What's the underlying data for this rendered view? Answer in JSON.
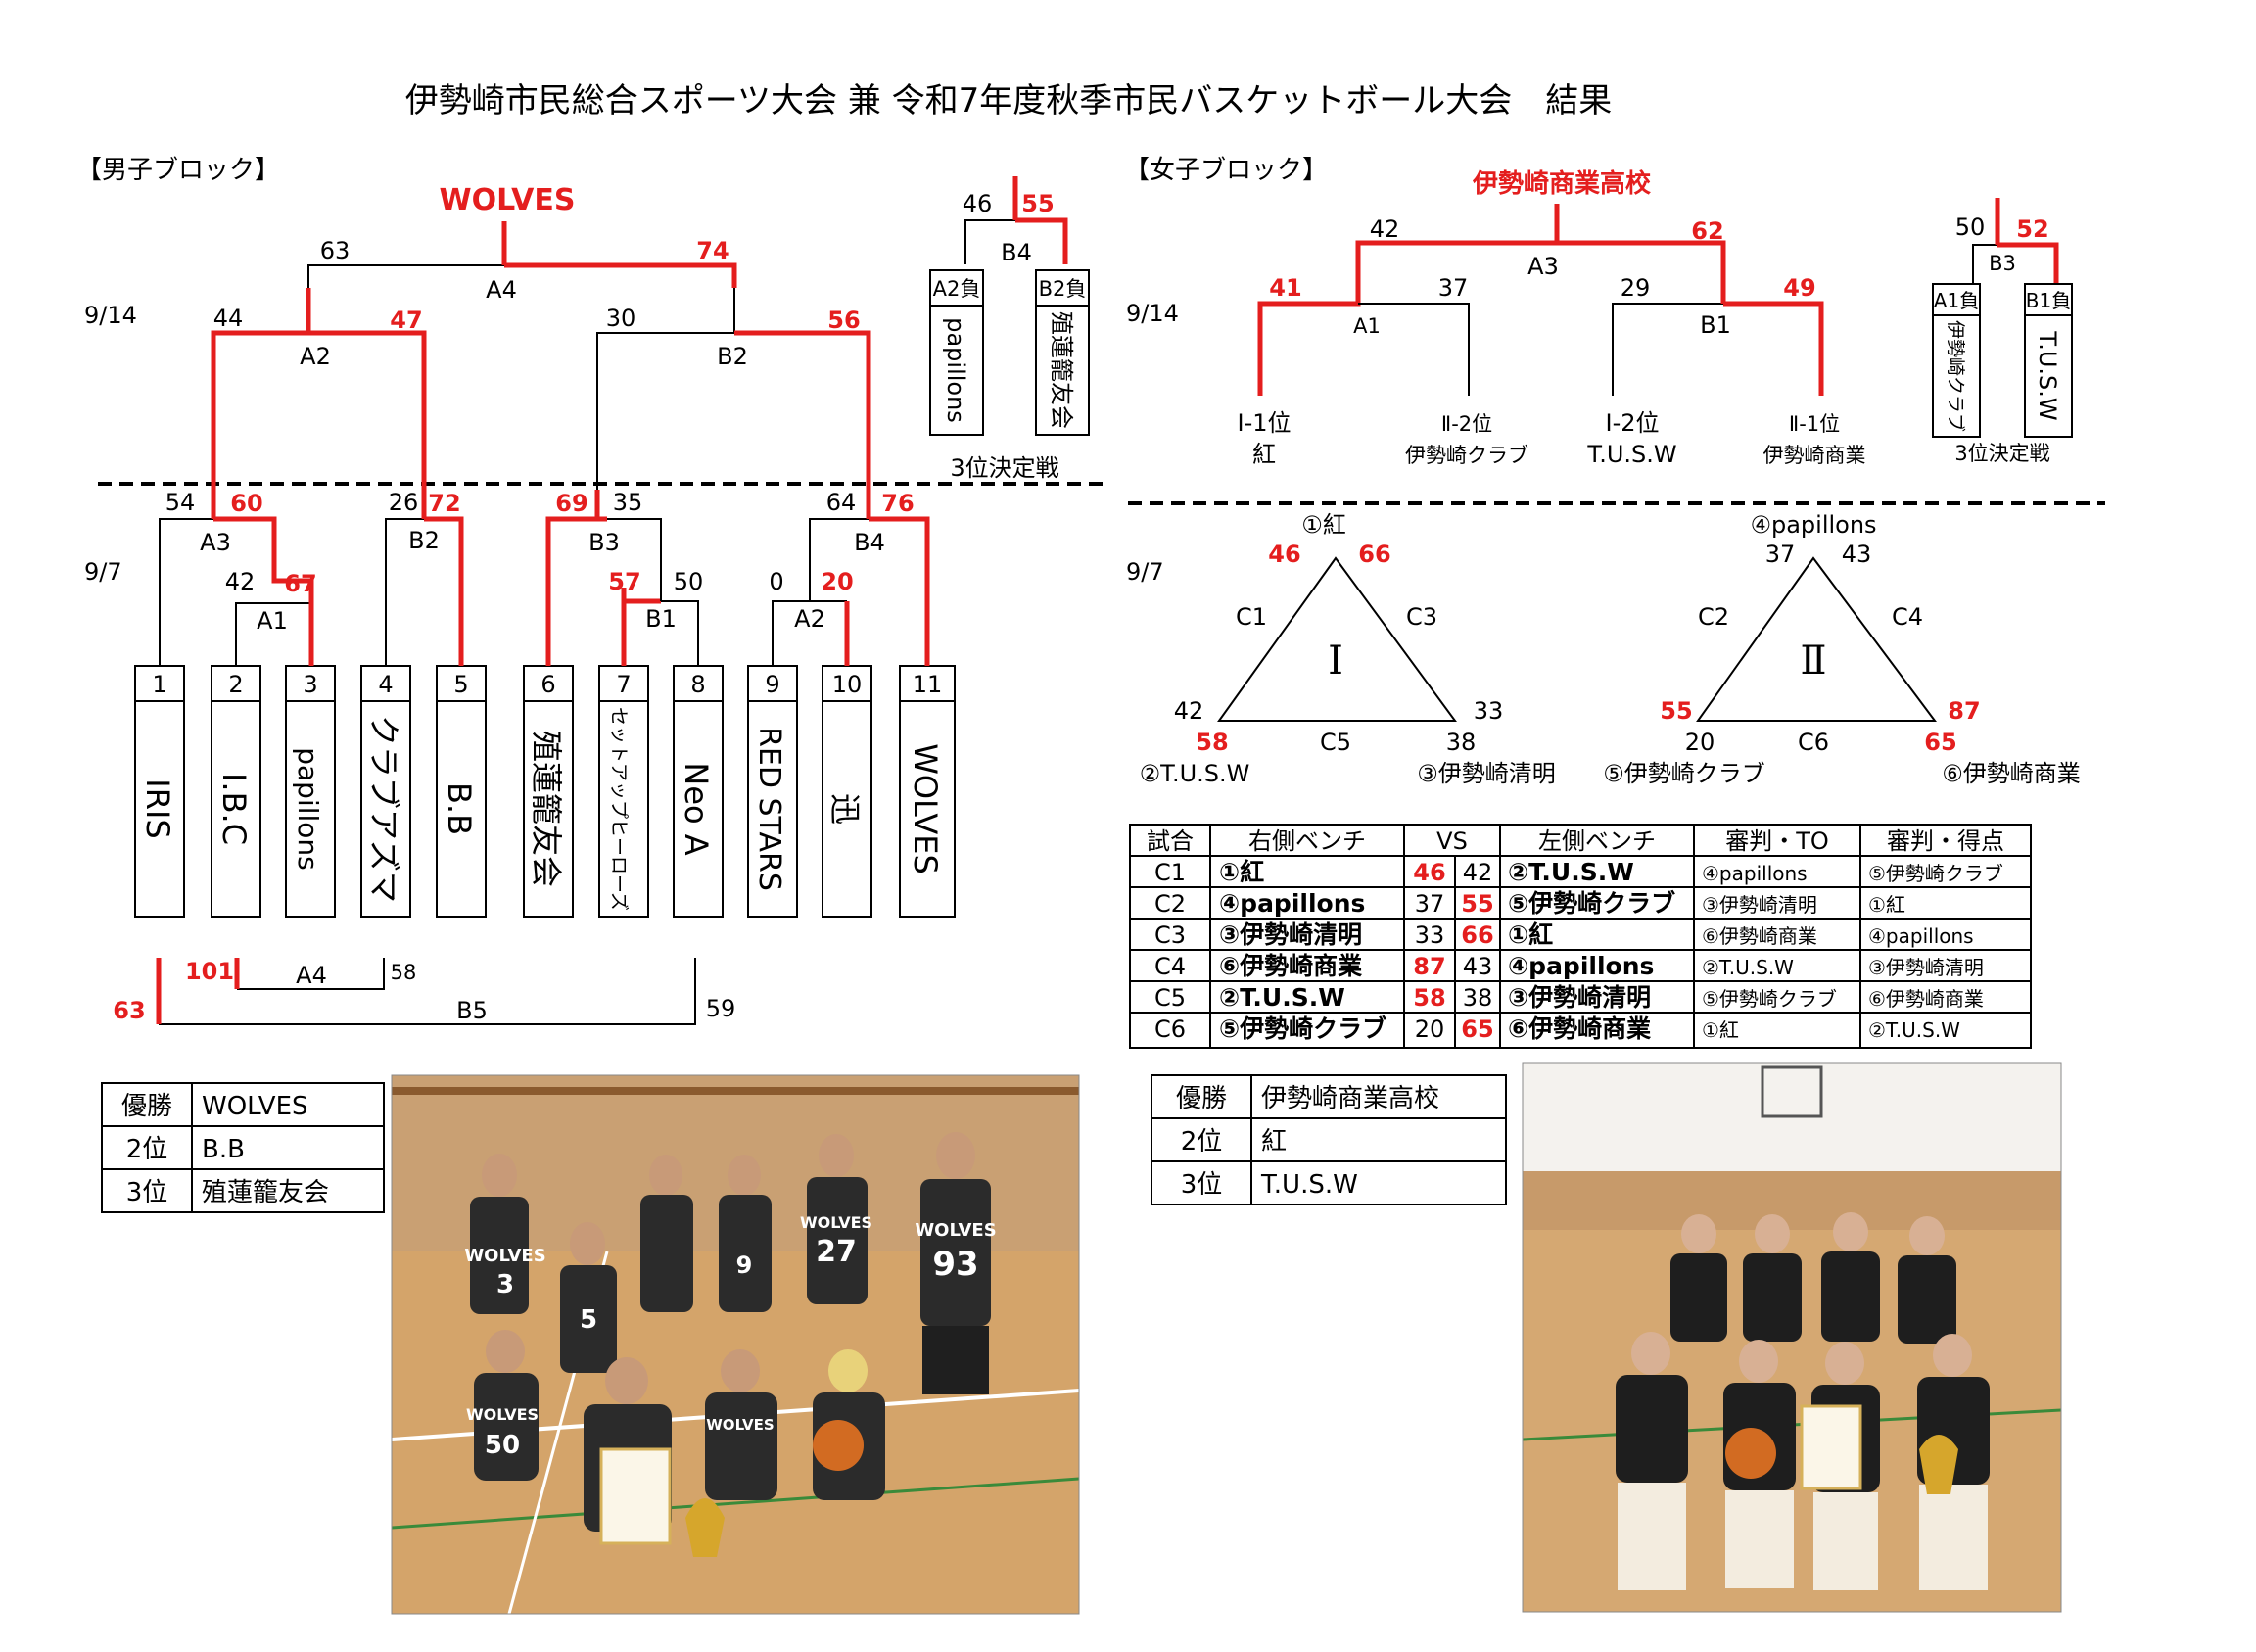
{
  "title": "伊勢崎市民総合スポーツ大会 兼 令和7年度秋季市民バスケットボール大会　結果",
  "colors": {
    "winner": "#e41e1e",
    "line": "#000000",
    "court": "#c8935a"
  },
  "men": {
    "heading": "【男子ブロック】",
    "champion_label": "WOLVES",
    "date_top": "9/14",
    "date_bottom": "9/7",
    "teams": [
      {
        "num": "1",
        "name": "IRIS"
      },
      {
        "num": "2",
        "name": "I.B.C"
      },
      {
        "num": "3",
        "name": "papillons"
      },
      {
        "num": "4",
        "name": "クラブアズマ"
      },
      {
        "num": "5",
        "name": "B.B"
      },
      {
        "num": "6",
        "name": "殖蓮籠友会"
      },
      {
        "num": "7",
        "name": "セットアップヒーローズ"
      },
      {
        "num": "8",
        "name": "Neo A"
      },
      {
        "num": "9",
        "name": "RED STARS"
      },
      {
        "num": "10",
        "name": "迅"
      },
      {
        "num": "11",
        "name": "WOLVES"
      }
    ],
    "games": {
      "A1": {
        "label": "A1",
        "left": "42",
        "right": "67"
      },
      "A2_r1": {
        "label": "A2",
        "left": "0",
        "right": "20"
      },
      "B1": {
        "label": "B1",
        "left": "57",
        "right": "50"
      },
      "A3": {
        "label": "A3",
        "left": "54",
        "right": "60"
      },
      "B2_r1": {
        "label": "B2",
        "left": "26",
        "right": "72"
      },
      "B3": {
        "label": "B3",
        "left": "69",
        "right": "35"
      },
      "B4_r1": {
        "label": "B4",
        "left": "64",
        "right": "76"
      },
      "A2": {
        "label": "A2",
        "left": "44",
        "right": "47"
      },
      "B2": {
        "label": "B2",
        "left": "30",
        "right": "56"
      },
      "A4": {
        "label": "A4",
        "left": "63",
        "right": "74"
      }
    },
    "third_place": {
      "game": "B4",
      "left_score": "46",
      "right_score": "55",
      "left_slot": "A2負",
      "right_slot": "B2負",
      "left_team": "papillons",
      "right_team": "殖蓮籠友会",
      "caption": "3位決定戦"
    },
    "consolation": {
      "a4_label": "A4",
      "a4_left": "101",
      "a4_right": "58",
      "b5_label": "B5",
      "b5_left": "63",
      "b5_right": "59"
    },
    "results": [
      {
        "rank": "優勝",
        "team": "WOLVES"
      },
      {
        "rank": "2位",
        "team": "B.B"
      },
      {
        "rank": "3位",
        "team": "殖蓮籠友会"
      }
    ],
    "photo_jerseys": [
      "3",
      "5",
      "9",
      "27",
      "93",
      "50"
    ]
  },
  "women": {
    "heading": "【女子ブロック】",
    "champion_label": "伊勢崎商業高校",
    "date_top": "9/14",
    "date_bottom": "9/7",
    "final": {
      "label": "A3",
      "left": "42",
      "right": "62"
    },
    "semi_a1": {
      "label": "A1",
      "left": "41",
      "right": "37"
    },
    "semi_b1": {
      "label": "B1",
      "left": "29",
      "right": "49"
    },
    "seeds": [
      {
        "pos": "Ⅰ-1位",
        "team": "紅"
      },
      {
        "pos": "Ⅱ-2位",
        "team": "伊勢崎クラブ"
      },
      {
        "pos": "Ⅰ-2位",
        "team": "T.U.S.W"
      },
      {
        "pos": "Ⅱ-1位",
        "team": "伊勢崎商業"
      }
    ],
    "third_place": {
      "game": "B3",
      "left_score": "50",
      "right_score": "52",
      "left_slot": "A1負",
      "right_slot": "B1負",
      "left_team": "伊勢崎クラブ",
      "right_team": "T.U.S.W",
      "caption": "3位決定戦"
    },
    "league1": {
      "roman": "Ⅰ",
      "top": "①紅",
      "left": "②T.U.S.W",
      "right": "③伊勢崎清明",
      "c1": "C1",
      "c3": "C3",
      "c5": "C5",
      "top_left": "46",
      "top_right": "66",
      "left_top": "42",
      "left_bottom": "58",
      "right_top": "33",
      "right_bottom": "38"
    },
    "league2": {
      "roman": "Ⅱ",
      "top": "④papillons",
      "left": "⑤伊勢崎クラブ",
      "right": "⑥伊勢崎商業",
      "c2": "C2",
      "c4": "C4",
      "c6": "C6",
      "top_left": "37",
      "top_right": "43",
      "left_top": "55",
      "left_bottom": "20",
      "right_top": "87",
      "right_bottom": "65"
    },
    "table": {
      "headers": [
        "試合",
        "右側ベンチ",
        "VS",
        "左側ベンチ",
        "審判・TO",
        "審判・得点"
      ],
      "rows": [
        {
          "game": "C1",
          "right": "①紅",
          "s1": "46",
          "s2": "42",
          "left": "②T.U.S.W",
          "ref": "④papillons",
          "score": "⑤伊勢崎クラブ",
          "w": 1
        },
        {
          "game": "C2",
          "right": "④papillons",
          "s1": "37",
          "s2": "55",
          "left": "⑤伊勢崎クラブ",
          "ref": "③伊勢崎清明",
          "score": "①紅",
          "w": 2
        },
        {
          "game": "C3",
          "right": "③伊勢崎清明",
          "s1": "33",
          "s2": "66",
          "left": "①紅",
          "ref": "⑥伊勢崎商業",
          "score": "④papillons",
          "w": 2
        },
        {
          "game": "C4",
          "right": "⑥伊勢崎商業",
          "s1": "87",
          "s2": "43",
          "left": "④papillons",
          "ref": "②T.U.S.W",
          "score": "③伊勢崎清明",
          "w": 1
        },
        {
          "game": "C5",
          "right": "②T.U.S.W",
          "s1": "58",
          "s2": "38",
          "left": "③伊勢崎清明",
          "ref": "⑤伊勢崎クラブ",
          "score": "⑥伊勢崎商業",
          "w": 1
        },
        {
          "game": "C6",
          "right": "⑤伊勢崎クラブ",
          "s1": "20",
          "s2": "65",
          "left": "⑥伊勢崎商業",
          "ref": "①紅",
          "score": "②T.U.S.W",
          "w": 2
        }
      ]
    },
    "results": [
      {
        "rank": "優勝",
        "team": "伊勢崎商業高校"
      },
      {
        "rank": "2位",
        "team": "紅"
      },
      {
        "rank": "3位",
        "team": "T.U.S.W"
      }
    ]
  }
}
